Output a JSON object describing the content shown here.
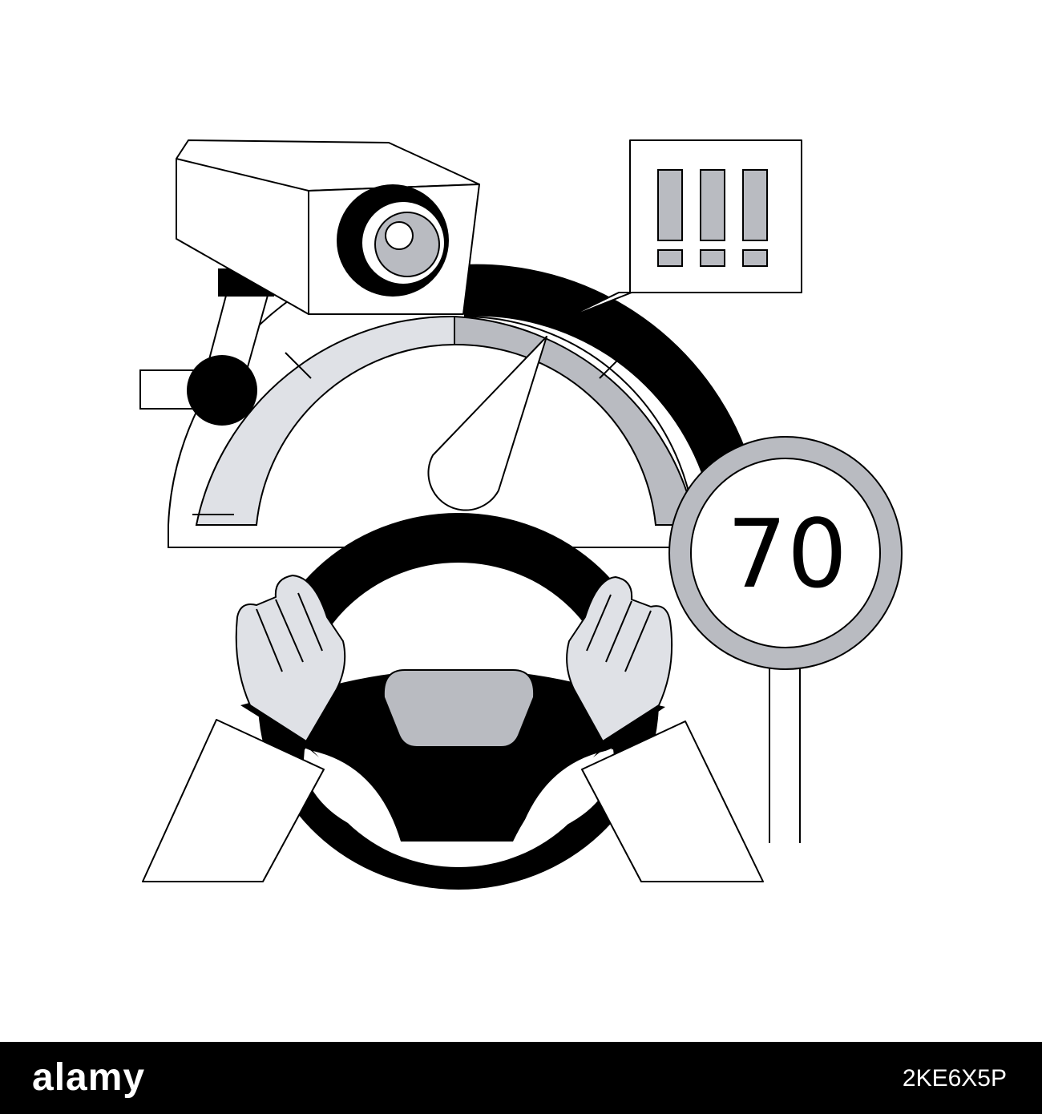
{
  "speed_sign": {
    "limit": "70"
  },
  "alert_bubble": {
    "text": "!!!"
  },
  "watermark": {
    "logo": "alamy",
    "image_id": "2KE6X5P"
  },
  "colors": {
    "background": "#ffffff",
    "line": "#000000",
    "light_gray": "#dfe1e6",
    "mid_gray": "#b9bbc1",
    "dark_fill": "#000000",
    "footer_bg": "#000000",
    "footer_text": "#ffffff"
  },
  "icons": [
    "cctv-camera-icon",
    "speedometer-icon",
    "speed-limit-sign-icon",
    "steering-wheel-icon",
    "hands-icon",
    "warning-bubble-icon"
  ]
}
